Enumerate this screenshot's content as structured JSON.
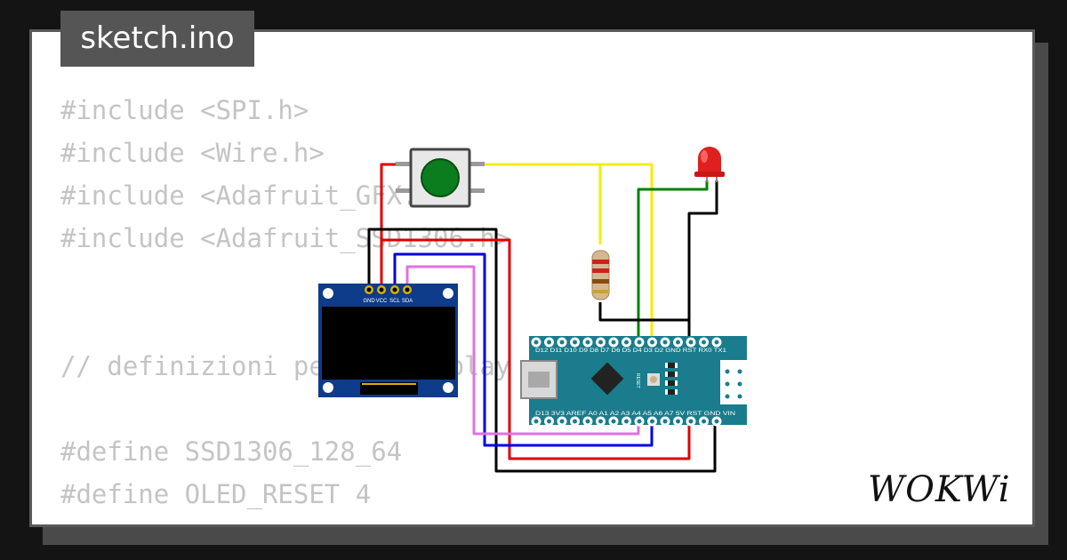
{
  "file_tab": {
    "label": "sketch.ino"
  },
  "code_lines": [
    "#include <SPI.h>",
    "#include <Wire.h>",
    "#include <Adafruit_GFX.h>",
    "#include <Adafruit_SSD1306.h>",
    "",
    "",
    "// definizioni per il display",
    "",
    "#define SSD1306_128_64",
    "#define OLED_RESET 4"
  ],
  "oled": {
    "pins": [
      "GND",
      "VCC",
      "SCL",
      "SDA"
    ]
  },
  "nano": {
    "top_pins": "D12 D11 D10 D9 D8 D7 D6 D5 D4 D3 D2 GND RST RX0 TX1",
    "bottom_pins": "D13 3V3 AREF A0 A1 A2 A3 A4 A5 A6 A7 5V RST GND VIN",
    "reset_label": "RESET"
  },
  "brand": {
    "logo": "WOKWi"
  },
  "colors": {
    "wire_red": "#e00000",
    "wire_black": "#000000",
    "wire_blue": "#0000e0",
    "wire_pink": "#e070e0",
    "wire_yellow": "#ffff00",
    "wire_green": "#008000",
    "board": "#1a7c8c",
    "oled_board": "#0e3b8a",
    "button": "#0b7d1e",
    "led": "#e02020"
  }
}
